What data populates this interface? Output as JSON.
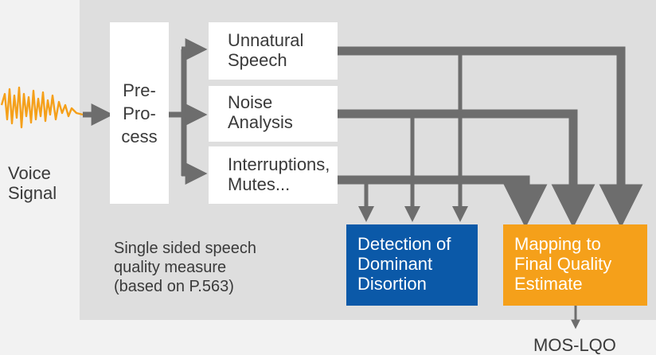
{
  "diagram": {
    "preprocess": "Pre-\nPro-\ncess",
    "unnatural_speech": "Unnatural\nSpeech",
    "noise_analysis": "Noise\nAnalysis",
    "interruptions": "Interruptions,\nMutes...",
    "detection": "Detection of\nDominant\nDisortion",
    "mapping": "Mapping to\nFinal Quality\nEstimate",
    "voice_signal": "Voice\nSignal",
    "measure_note": "Single sided speech\nquality measure\n(based on P.563)",
    "output": "MOS-LQO"
  },
  "colors": {
    "detection_box": "#0b59a8",
    "mapping_box": "#f5a01a",
    "waveform": "#f5a01a",
    "arrows": "#6d6d6d"
  }
}
